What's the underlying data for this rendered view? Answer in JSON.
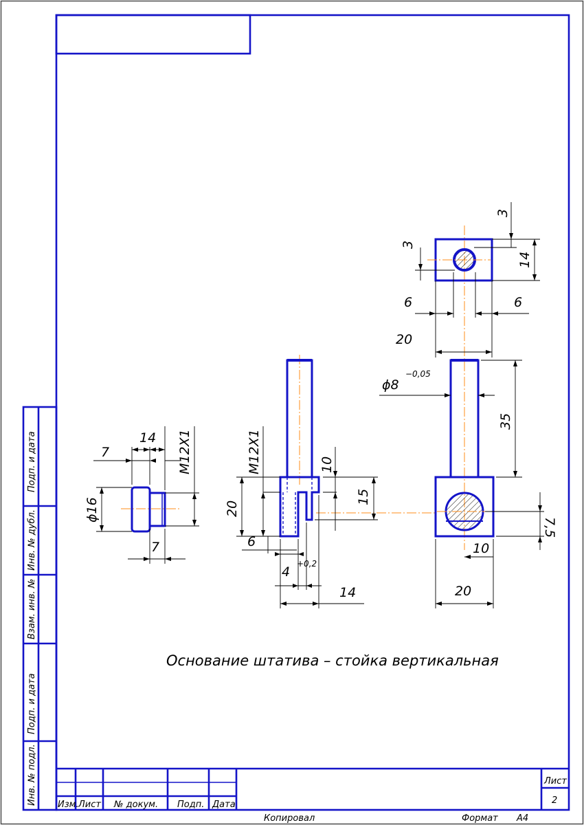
{
  "side_stamp": {
    "fields": [
      "Инв. № подл.",
      "Подп. и дата",
      "Взам. инв. №",
      "Инв. № дубл.",
      "Подп. и дата"
    ]
  },
  "title_block": {
    "columns": [
      "Изм.",
      "Лист",
      "№ докум.",
      "Подп.",
      "Дата"
    ],
    "sheet_label": "Лист",
    "sheet_number": "2",
    "copied_label": "Копировал",
    "format_label": "Формат",
    "format_value": "А4"
  },
  "drawing": {
    "title": "Основание штатива – стойка вертикальная",
    "knob": {
      "dim_7_top": "7",
      "dim_14": "14",
      "thread": "M12X1",
      "dim_d16": "ϕ16",
      "dim_7_bottom": "7"
    },
    "side_view": {
      "thread": "M12X1",
      "dim_10": "10",
      "dim_20": "20",
      "dim_15": "15",
      "dim_6": "6",
      "dim_4": "4",
      "tol_02": "+0,2",
      "dim_14": "14"
    },
    "front_view": {
      "dim_d8": "ϕ8",
      "tol_d8": "−0,05",
      "dim_35": "35",
      "dim_7_5": "7,5",
      "dim_10": "10",
      "dim_20": "20"
    },
    "top_view": {
      "dim_3_right": "3",
      "dim_3_left": "3",
      "dim_14": "14",
      "dim_6_left": "6",
      "dim_6_right": "6",
      "dim_20": "20"
    }
  },
  "colors": {
    "outline": "#1414c8",
    "centerline": "#ff8c1a",
    "dimension": "#000000",
    "background": "#ffffff"
  }
}
